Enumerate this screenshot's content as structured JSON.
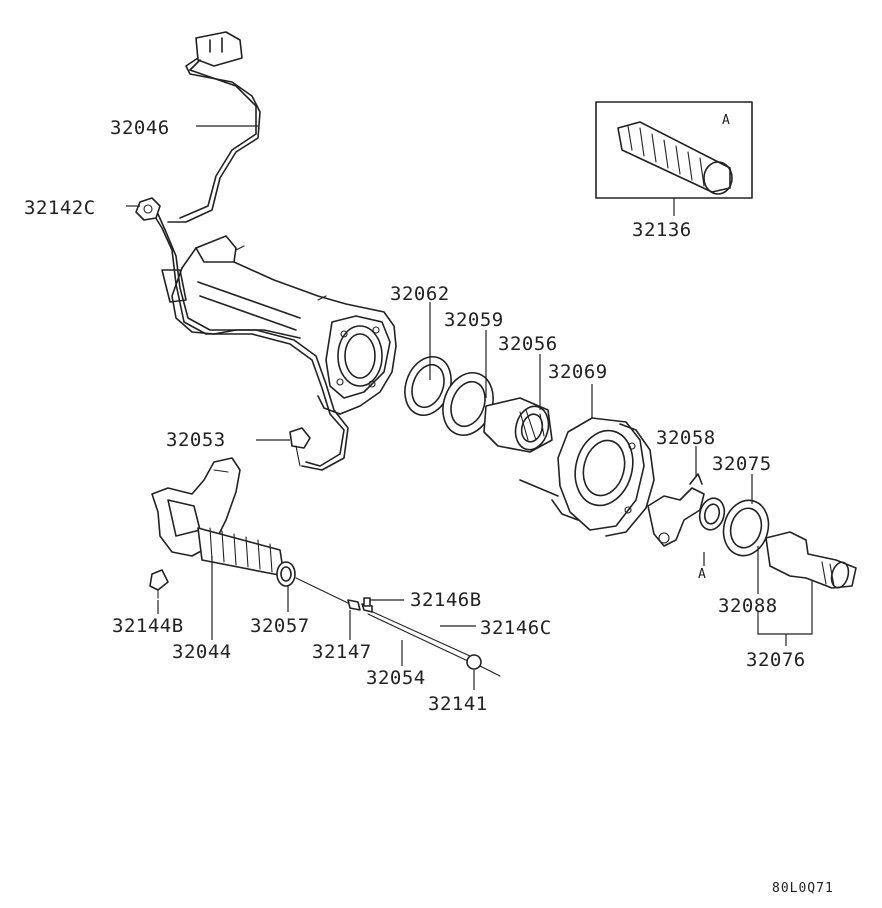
{
  "labels": {
    "p32046": "32046",
    "p32142c": "32142C",
    "p32136": "32136",
    "p32136_inset": "A",
    "p32062": "32062",
    "p32059": "32059",
    "p32056": "32056",
    "p32069": "32069",
    "p32058": "32058",
    "p32075": "32075",
    "p32053": "32053",
    "ref_a": "A",
    "p32088": "32088",
    "p32076": "32076",
    "p32146b": "32146B",
    "p32146c": "32146C",
    "p32144b": "32144B",
    "p32057": "32057",
    "p32044": "32044",
    "p32147": "32147",
    "p32054": "32054",
    "p32141": "32141"
  },
  "footer": {
    "code": "80L0Q71"
  }
}
